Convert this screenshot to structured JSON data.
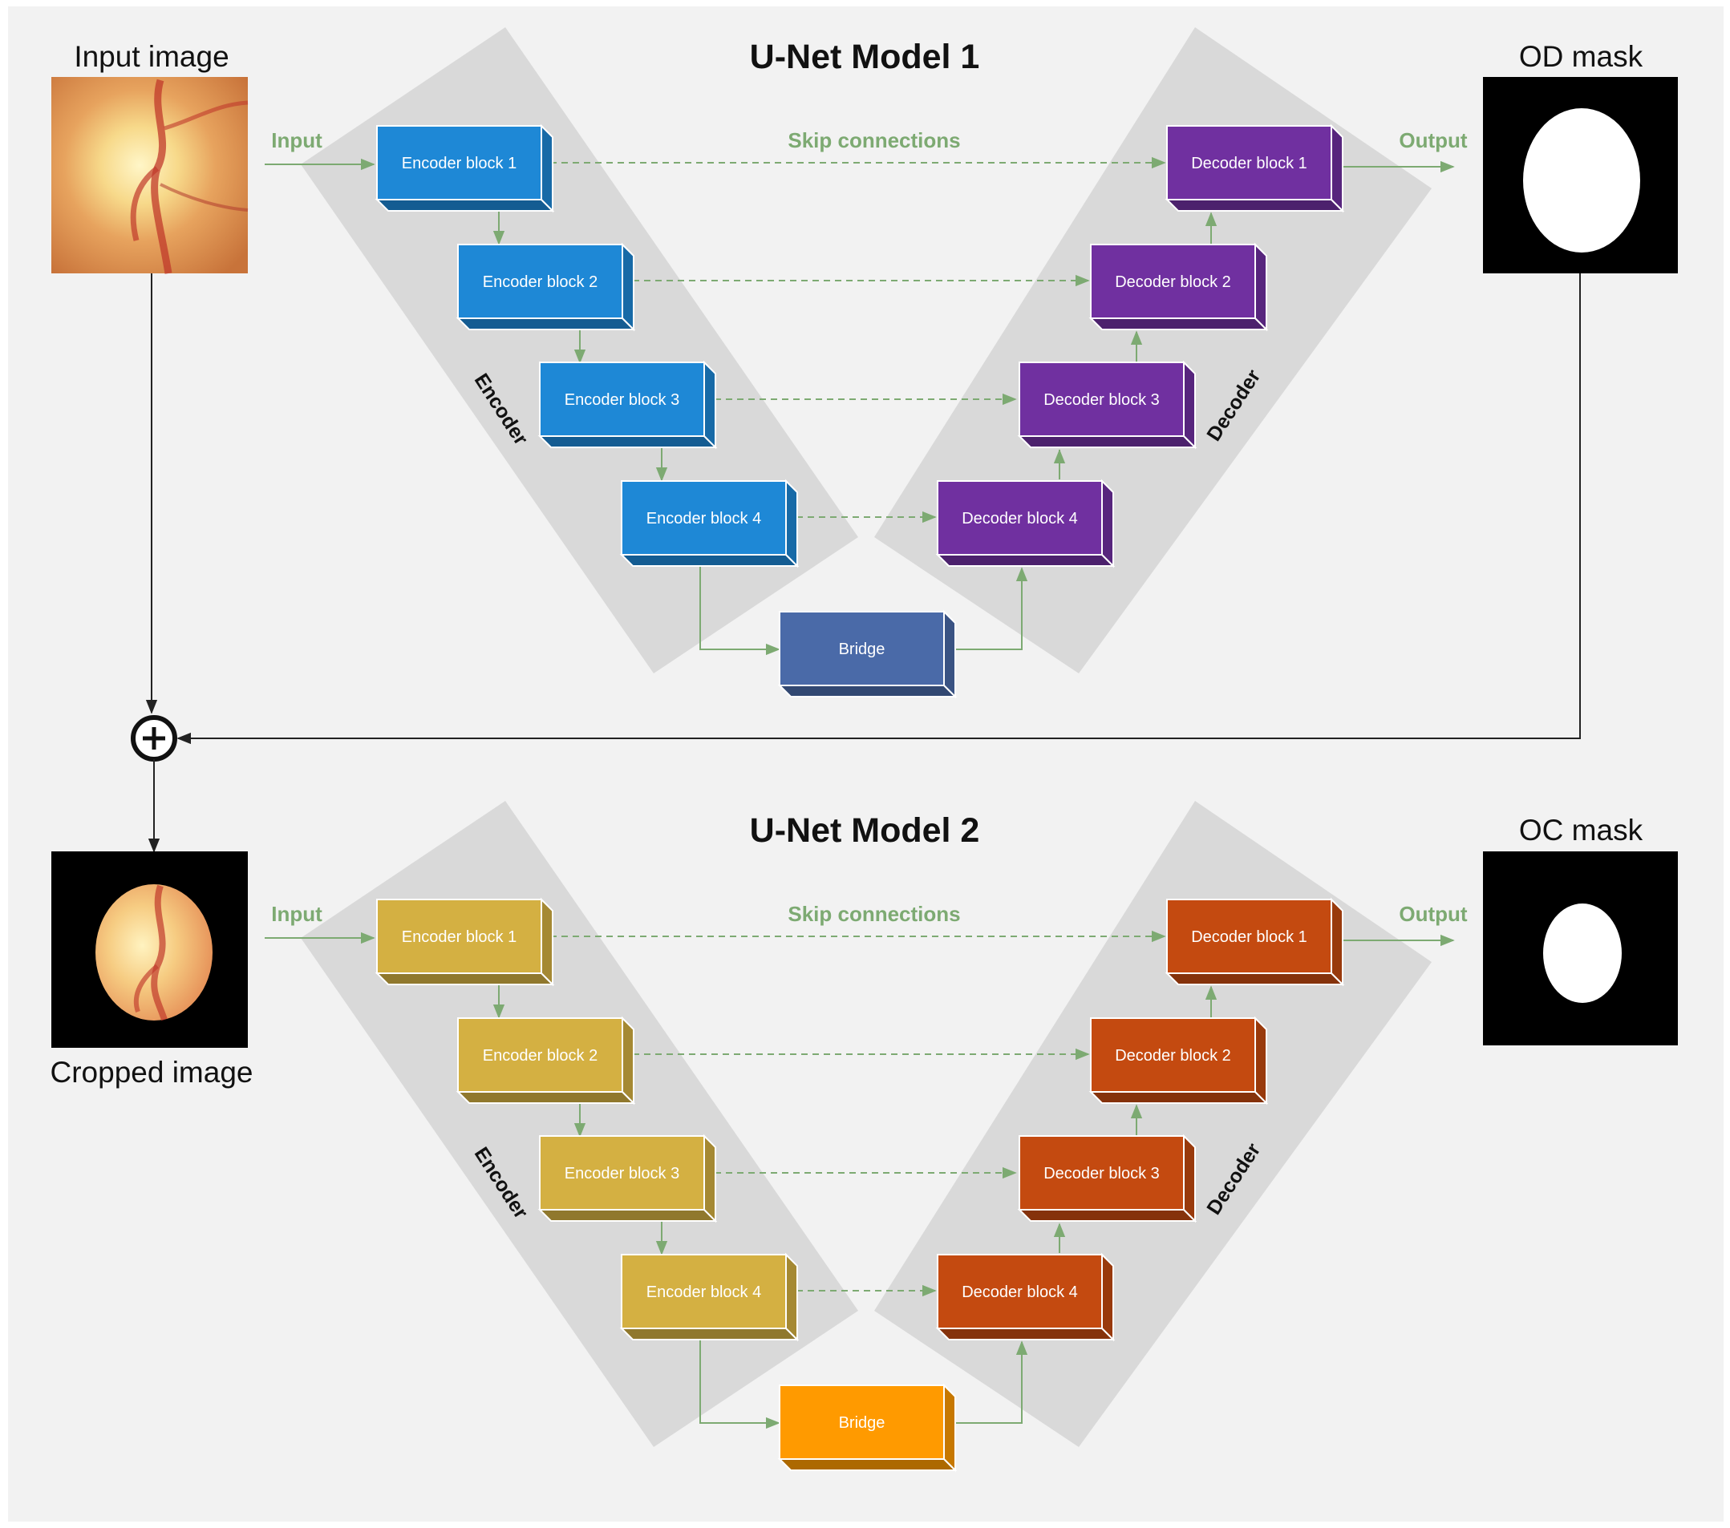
{
  "inputs": {
    "input_image_label": "Input image",
    "cropped_image_label": "Cropped image"
  },
  "models": [
    {
      "title": "U-Net Model 1",
      "input_label": "Input",
      "skip_label": "Skip connections",
      "output_label": "Output",
      "encoder_label": "Encoder",
      "decoder_label": "Decoder",
      "encoder_blocks": [
        "Encoder block 1",
        "Encoder block 2",
        "Encoder block 3",
        "Encoder block 4"
      ],
      "decoder_blocks": [
        "Decoder block 1",
        "Decoder block 2",
        "Decoder block 3",
        "Decoder block 4"
      ],
      "bridge_label": "Bridge",
      "mask_label": "OD mask",
      "colors": {
        "encoder": "#1e88d6",
        "decoder": "#7030a0",
        "bridge": "#4a6aa8"
      }
    },
    {
      "title": "U-Net Model 2",
      "input_label": "Input",
      "skip_label": "Skip connections",
      "output_label": "Output",
      "encoder_label": "Encoder",
      "decoder_label": "Decoder",
      "encoder_blocks": [
        "Encoder block 1",
        "Encoder block 2",
        "Encoder block 3",
        "Encoder block 4"
      ],
      "decoder_blocks": [
        "Decoder block 1",
        "Decoder block 2",
        "Decoder block 3",
        "Decoder block 4"
      ],
      "bridge_label": "Bridge",
      "mask_label": "OC mask",
      "colors": {
        "encoder": "#d4b042",
        "decoder": "#c44a10",
        "bridge": "#ff9a00"
      }
    }
  ],
  "colors": {
    "background": "#f2f2f2",
    "panel": "#d9d9d9",
    "connector": "#7daa72",
    "label_green": "#7daa72"
  }
}
